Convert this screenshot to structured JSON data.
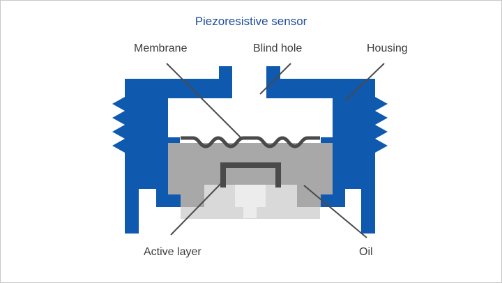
{
  "title": "Piezoresistive sensor",
  "labels": {
    "membrane": "Membrane",
    "blind_hole": "Blind hole",
    "housing": "Housing",
    "active_layer": "Active layer",
    "oil": "Oil"
  },
  "colors": {
    "housing": "#0f5aae",
    "oil": "#a8a8a8",
    "base": "#d9d9d9",
    "inner_base": "#ececec",
    "active_layer": "#4a4a4a",
    "leader": "#4a4a4a",
    "title": "#1f4e9c",
    "text": "#3c3c3c"
  }
}
